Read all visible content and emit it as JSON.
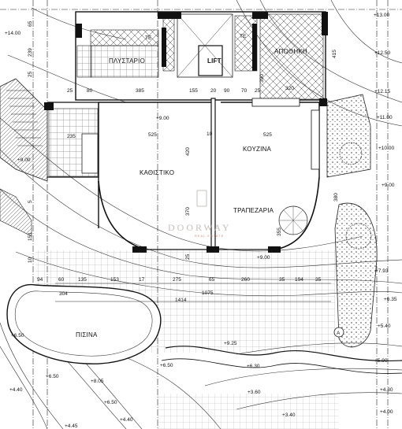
{
  "rooms": {
    "bathroom": "ΠΛΥΣΤΑΡΙΟ",
    "lift": "LIFT",
    "storage": "ΑΠΟΘΗΚΗ",
    "living": "ΚΑΘΙΣΤΙΚΟ",
    "kitchen": "ΚΟΥΖΙΝΑ",
    "dining": "ΤΡΑΠΕΖΑΡΙΑ",
    "pool": "ΠΙΣΙΝΑ",
    "te_left": "ΤΕ",
    "te_right": "ΤΕ"
  },
  "levels": {
    "l1300": "+13.00",
    "l1400": "+14.00",
    "l1250": "+12.50",
    "l1215": "+12.15",
    "l1100": "+11.00",
    "l1000": "+10.00",
    "l900a": "+9.00",
    "l900b": "+9.00",
    "l900c": "+9.00",
    "l900d": "+9.00",
    "l793": "+7.93",
    "l635": "+6.35",
    "l540": "+5.40",
    "l590": "+5.90",
    "l925": "+9.25",
    "l650a": "+6.50",
    "l650b": "+6.50",
    "l650c": "+6.50",
    "l630": "+6.30",
    "l805": "+8.05",
    "l440a": "+4.40",
    "l440b": "+4.40",
    "l430": "+4.30",
    "l360": "+3.60",
    "l340": "+3.40",
    "l445": "+4.45",
    "l400": "+4.00"
  },
  "dims": {
    "d385": "385",
    "d155": "155",
    "d20": "20",
    "d90": "90",
    "d70": "70",
    "d25a": "25",
    "d320": "320",
    "d80": "80",
    "d25b": "25",
    "d235": "235",
    "d525a": "525",
    "d525b": "525",
    "d420": "420",
    "d10": "10",
    "d370": "370",
    "d355": "355",
    "d25c": "25",
    "d380": "380",
    "d94": "94",
    "d60": "60",
    "d135": "135",
    "d153": "153",
    "d17": "17",
    "d275": "275",
    "d65": "65",
    "d260": "260",
    "d194": "194",
    "d35a": "35",
    "d35b": "35",
    "d304": "304",
    "d1414": "1414",
    "d1075": "1075",
    "d415": "415",
    "d65b": "65",
    "d239": "239",
    "d25d": "25",
    "d5": "5",
    "d390": "390",
    "d151": "151",
    "d10b": "10"
  },
  "annotations": {
    "section_marker": "A"
  },
  "watermark": {
    "brand": "DOORWAY",
    "tagline": "REAL ESTATE"
  }
}
